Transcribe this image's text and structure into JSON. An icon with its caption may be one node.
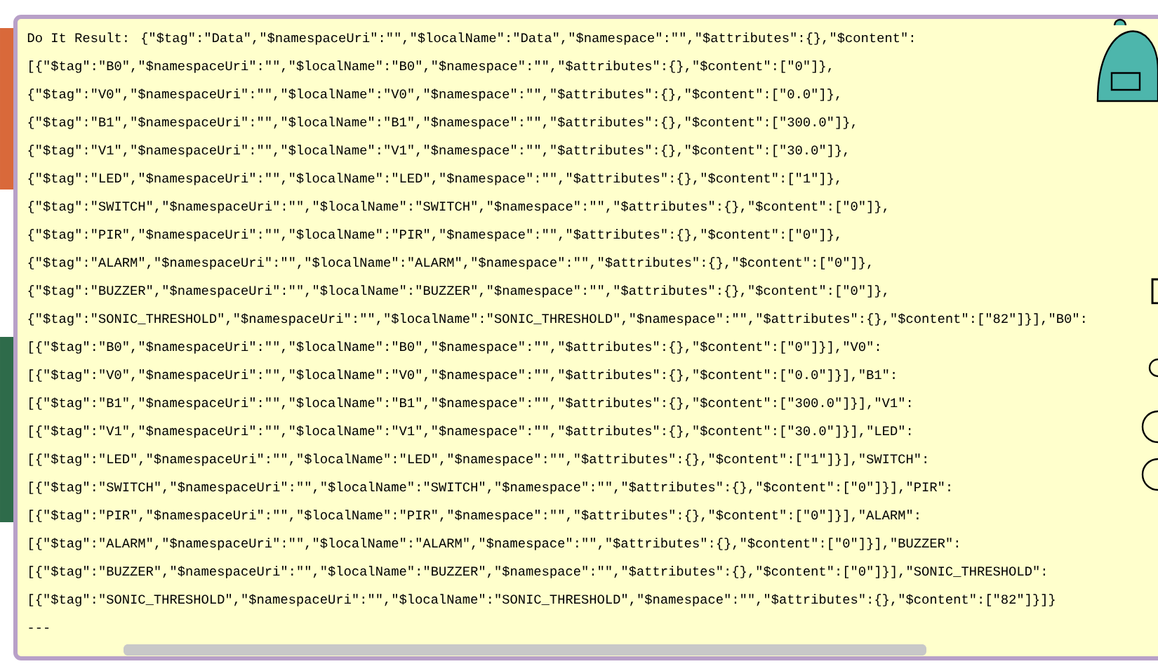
{
  "diagram": {
    "labels": [
      "Do It Result: {\"$tag\":\"Data\",\"$namespaceUri\":\"\",\"$localName\":\"Data\",\"$namespace\":\"\",\"$attributes\":{},\"$content\":",
      "[{\"$tag\":\"B0\",\"$namespaceUri\":\"\",\"$localName\":\"B0\",\"$namespace\":\"\",\"$attributes\":{},\"$content\":[\"0\"]},",
      "{\"$tag\":\"V0\",\"$namespaceUri\":\"\",\"$localName\":\"V0\",\"$namespace\":\"\",\"$attributes\":{},\"$content\":[\"0.0\"]},",
      "{\"$tag\":\"B1\",\"$namespaceUri\":\"\",\"$localName\":\"B1\",\"$namespace\":\"\",\"$attributes\":{},\"$content\":[\"300.0\"]},",
      "{\"$tag\":\"V1\",\"$namespaceUri\":\"\",\"$localName\":\"V1\",\"$namespace\":\"\",\"$attributes\":{},\"$content\":[\"30.0\"]},",
      "{\"$tag\":\"LED\",\"$namespaceUri\":\"\",\"$localName\":\"LED\",\"$namespace\":\"\",\"$attributes\":{},\"$content\":[\"1\"]},",
      "{\"$tag\":\"SWITCH\",\"$namespaceUri\":\"\",\"$localName\":\"SWITCH\",\"$namespace\":\"\",\"$attributes\":{},\"$content\":[\"0\"]},",
      "{\"$tag\":\"PIR\",\"$namespaceUri\":\"\",\"$localName\":\"PIR\",\"$namespace\":\"\",\"$attributes\":{},\"$content\":[\"0\"]},",
      "{\"$tag\":\"ALARM\",\"$namespaceUri\":\"\",\"$localName\":\"ALARM\",\"$namespace\":\"\",\"$attributes\":{},\"$content\":[\"0\"]},",
      "{\"$tag\":\"BUZZER\",\"$namespaceUri\":\"\",\"$localName\":\"BUZZER\",\"$namespace\":\"\",\"$attributes\":{},\"$content\":[\"0\"]},",
      "{\"$tag\":\"SONIC_THRESHOLD\",\"$namespaceUri\":\"\",\"$localName\":\"SONIC_THRESHOLD\",\"$namespace\":\"\",\"$attributes\":{},\"$content\":[\"82\"]}],\"B0\":",
      "[{\"$tag\":\"B0\",\"$namespaceUri\":\"\",\"$localName\":\"B0\",\"$namespace\":\"\",\"$attributes\":{},\"$content\":[\"0\"]}],\"V0\":",
      "[{\"$tag\":\"V0\",\"$namespaceUri\":\"\",\"$localName\":\"V0\",\"$namespace\":\"\",\"$attributes\":{},\"$content\":[\"0.0\"]}],\"B1\":",
      "[{\"$tag\":\"B1\",\"$namespaceUri\":\"\",\"$localName\":\"B1\",\"$namespace\":\"\",\"$attributes\":{},\"$content\":[\"300.0\"]}],\"V1\":",
      "[{\"$tag\":\"V1\",\"$namespaceUri\":\"\",\"$localName\":\"V1\",\"$namespace\":\"\",\"$attributes\":{},\"$content\":[\"30.0\"]}],\"LED\":",
      "[{\"$tag\":\"LED\",\"$namespaceUri\":\"\",\"$localName\":\"LED\",\"$namespace\":\"\",\"$attributes\":{},\"$content\":[\"1\"]}],\"SWITCH\":",
      "[{\"$tag\":\"SWITCH\",\"$namespaceUri\":\"\",\"$localName\":\"SWITCH\",\"$namespace\":\"\",\"$attributes\":{},\"$content\":[\"0\"]}],\"PIR\":",
      "[{\"$tag\":\"PIR\",\"$namespaceUri\":\"\",\"$localName\":\"PIR\",\"$namespace\":\"\",\"$attributes\":{},\"$content\":[\"0\"]}],\"ALARM\":",
      "[{\"$tag\":\"ALARM\",\"$namespaceUri\":\"\",\"$localName\":\"ALARM\",\"$namespace\":\"\",\"$attributes\":{},\"$content\":[\"0\"]}],\"BUZZER\":",
      "[{\"$tag\":\"BUZZER\",\"$namespaceUri\":\"\",\"$localName\":\"BUZZER\",\"$namespace\":\"\",\"$attributes\":{},\"$content\":[\"0\"]}],\"SONIC_THRESHOLD\":",
      "[{\"$tag\":\"SONIC_THRESHOLD\",\"$namespaceUri\":\"\",\"$localName\":\"SONIC_THRESHOLD\",\"$namespace\":\"\",\"$attributes\":{},\"$content\":[\"82\"]}]}",
      "---"
    ]
  }
}
